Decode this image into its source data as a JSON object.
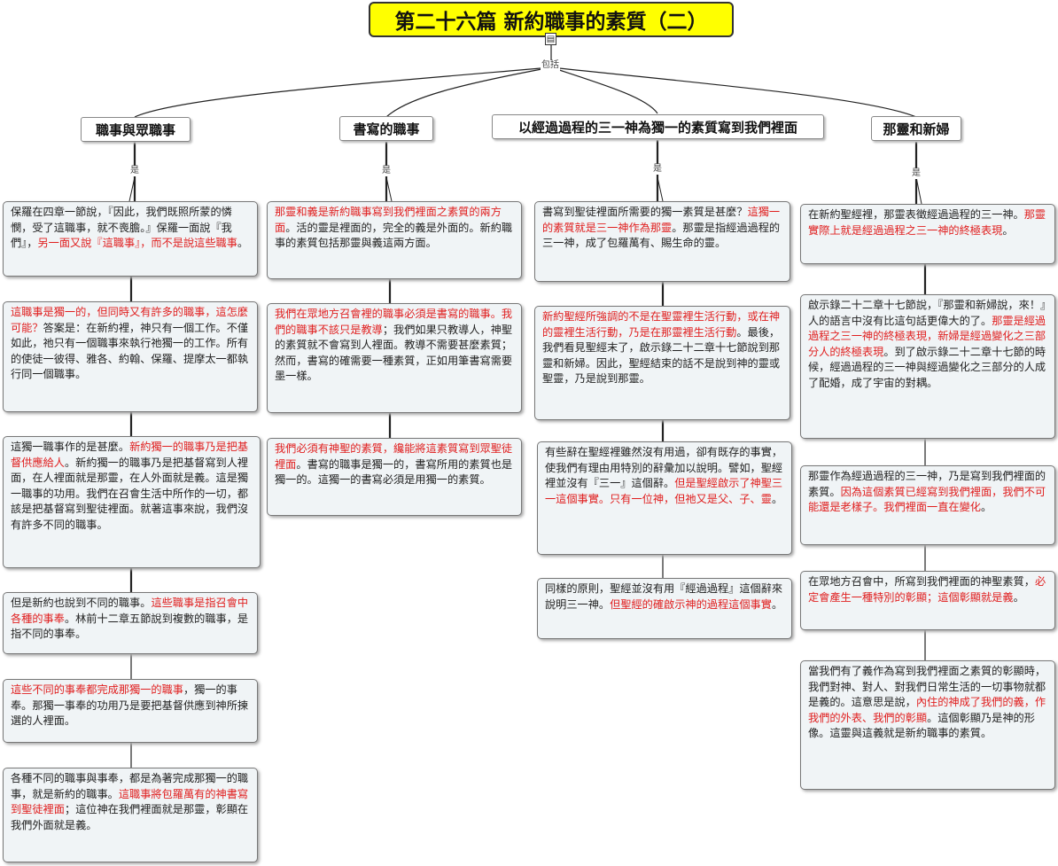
{
  "title": "第二十六篇  新約職事的素質（二）",
  "connector_root_label": "包括",
  "connector_branch_label": "是",
  "branches": [
    {
      "label": "職事與眾職事",
      "boxes": [
        [
          {
            "t": "保羅在四章一節說，『因此，我們既照所蒙的憐憫，受了這職事，就不喪膽。』保羅一面說『我們』，",
            "red": false
          },
          {
            "t": "另一面又說『這職事』，而不是說這些職事",
            "red": true
          },
          {
            "t": "。",
            "red": false
          }
        ],
        [
          {
            "t": "這職事是獨一的，但同時又有許多的職事，這怎麼可能？",
            "red": true
          },
          {
            "t": "答案是：在新約裡，神只有一個工作。不僅如此，祂只有一個職事來執行祂獨一的工作。所有的使徒一彼得、雅各、約翰、保羅、提摩太一都執行同一個職事。",
            "red": false
          }
        ],
        [
          {
            "t": "這獨一職事作的是甚麼。",
            "red": false
          },
          {
            "t": "新約獨一的職事乃是把基督供應給人",
            "red": true
          },
          {
            "t": "。新約獨一的職事乃是把基督寫到人裡面，在人裡面就是那靈，在人外面就是義。這是獨一職事的功用。我們在召會生活中所作的一切，都該是把基督寫到聖徒裡面。就著這事來說，我們沒有許多不同的職事。",
            "red": false
          }
        ],
        [
          {
            "t": "但是新約也說到不同的職事。",
            "red": false
          },
          {
            "t": "這些職事是指召會中各種的事奉",
            "red": true
          },
          {
            "t": "。林前十二章五節說到複數的職事，是指不同的事奉。",
            "red": false
          }
        ],
        [
          {
            "t": "這些不同的事奉都完成那獨一的職事",
            "red": true
          },
          {
            "t": "，獨一的事奉。那獨一事奉的功用乃是要把基督供應到神所揀選的人裡面。",
            "red": false
          }
        ],
        [
          {
            "t": "各種不同的職事與事奉，都是為著完成那獨一的職事，就是新約的職事。",
            "red": false
          },
          {
            "t": "這職事將包羅萬有的神書寫到聖徒裡面",
            "red": true
          },
          {
            "t": "；這位神在我們裡面就是那靈，彰顯在我們外面就是義。",
            "red": false
          }
        ]
      ]
    },
    {
      "label": "書寫的職事",
      "boxes": [
        [
          {
            "t": "那靈和義是新約職事寫到我們裡面之素質的兩方面",
            "red": true
          },
          {
            "t": "。活的靈是裡面的，完全的義是外面的。新約職事的素質包括那靈與義這兩方面。",
            "red": false
          }
        ],
        [
          {
            "t": "我們在眾地方召會裡的職事必須是書寫的職事。我們的職事不該只是教導",
            "red": true
          },
          {
            "t": "；我們如果只教導人，神聖的素質就不會寫到人裡面。教導不需要甚麼素質；然而，書寫的確需要一種素質，正如用筆書寫需要墨一樣。",
            "red": false
          }
        ],
        [
          {
            "t": "我們必須有神聖的素質，纔能將這素質寫到眾聖徒裡面",
            "red": true
          },
          {
            "t": "。書寫的職事是獨一的，書寫所用的素質也是獨一的。這獨一的書寫必須是用獨一的素質。",
            "red": false
          }
        ]
      ]
    },
    {
      "label": "以經過過程的三一神為獨一的素質寫到我們裡面",
      "boxes": [
        [
          {
            "t": "書寫到聖徒裡面所需要的獨一素質是甚麼？",
            "red": false
          },
          {
            "t": "這獨一的素質就是三一神作為那靈",
            "red": true
          },
          {
            "t": "。那靈是指經過過程的三一神，成了包羅萬有、賜生命的靈。",
            "red": false
          }
        ],
        [
          {
            "t": "新約聖經所強調的不是在聖靈裡生活行動，或在神的靈裡生活行動，乃是在那靈裡生活行動",
            "red": true
          },
          {
            "t": "。最後，我們看見聖經末了，啟示錄二十二章十七節說到那靈和新婦。因此，聖經結束的話不是說到神的靈或聖靈，乃是說到那靈。",
            "red": false
          }
        ],
        [
          {
            "t": "有些辭在聖經裡雖然沒有用過，卻有既存的事實，使我們有理由用特別的辭彙加以說明。譬如，聖經裡並沒有『三一』這個辭。",
            "red": false
          },
          {
            "t": "但是聖經啟示了神聖三一這個事實。只有一位神，但祂又是父、子、靈",
            "red": true
          },
          {
            "t": "。",
            "red": false
          }
        ],
        [
          {
            "t": "同樣的原則，聖經並沒有用『經過過程』這個辭來說明三一神。",
            "red": false
          },
          {
            "t": "但聖經的確啟示神的過程這個事實",
            "red": true
          },
          {
            "t": "。",
            "red": false
          }
        ]
      ]
    },
    {
      "label": "那靈和新婦",
      "boxes": [
        [
          {
            "t": "在新約聖經裡，那靈表徵經過過程的三一神。",
            "red": false
          },
          {
            "t": "那靈實際上就是經過過程之三一神的終極表現",
            "red": true
          },
          {
            "t": "。",
            "red": false
          }
        ],
        [
          {
            "t": "啟示錄二十二章十七節說，『那靈和新婦說，來！』人的語言中沒有比這句話更偉大的了。",
            "red": false
          },
          {
            "t": "那靈是經過過程之三一神的終極表現，新婦是經過變化之三部分人的終極表現",
            "red": true
          },
          {
            "t": "。到了啟示錄二十二章十七節的時候，經過過程的三一神與經過變化之三部分的人成了配婚，成了宇宙的對耦。",
            "red": false
          }
        ],
        [
          {
            "t": "那靈作為經過過程的三一神，乃是寫到我們裡面的素質。",
            "red": false
          },
          {
            "t": "因為這個素質已經寫到我們裡面，我們不可能還是老樣子。我們裡面一直在變化",
            "red": true
          },
          {
            "t": "。",
            "red": false
          }
        ],
        [
          {
            "t": "在眾地方召會中，所寫到我們裡面的神聖素質，",
            "red": false
          },
          {
            "t": "必定會產生一種特別的彰顯；這個彰顯就是義",
            "red": true
          },
          {
            "t": "。",
            "red": false
          }
        ],
        [
          {
            "t": "當我們有了義作為寫到我們裡面之素質的彰顯時，我們對神、對人、對我們日常生活的一切事物就都是義的。這意思是說，",
            "red": false
          },
          {
            "t": "內住的神成了我們的義，作我們的外表、我們的彰顯",
            "red": true
          },
          {
            "t": "。這個彰顯乃是神的形像。這靈與這義就是新約職事的素質。",
            "red": false
          }
        ]
      ]
    }
  ]
}
